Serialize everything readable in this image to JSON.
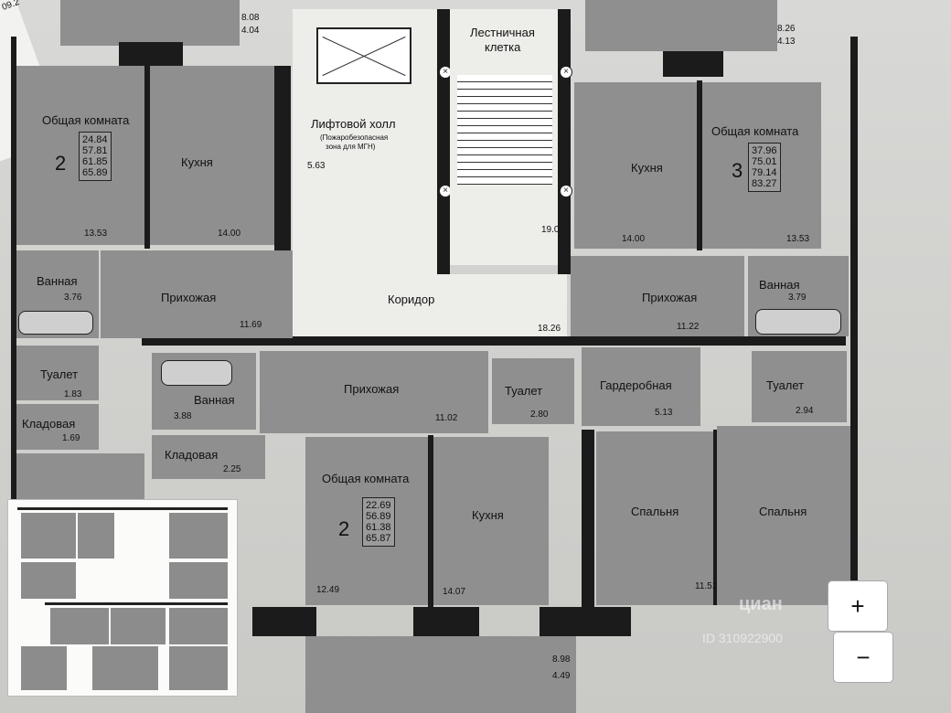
{
  "corner_text": "09.2",
  "rooms": {
    "top_left_balcony": {
      "a": "8.08",
      "b": "4.04"
    },
    "top_right_balcony": {
      "a": "8.26",
      "b": "4.13"
    },
    "bottom_balcony": {
      "a": "8.98",
      "b": "4.49"
    },
    "stairwell": {
      "label_1": "Лестничная",
      "label_2": "клетка",
      "area": "19.01"
    },
    "lift_hall": {
      "label": "Лифтовой холл",
      "note_1": "(Пожаробезопасная",
      "note_2": "зона для МГН)",
      "area": "5.63"
    },
    "corridor": {
      "label": "Коридор",
      "area": "18.26"
    },
    "apt2_left": {
      "living": {
        "label": "Общая комната",
        "area": "13.53"
      },
      "rooms": "2",
      "areas": [
        "24.84",
        "57.81",
        "61.85",
        "65.89"
      ],
      "kitchen": {
        "label": "Кухня",
        "area": "14.00"
      },
      "bath": {
        "label": "Ванная",
        "area": "3.76"
      },
      "hall": {
        "label": "Прихожая",
        "area": "11.69"
      },
      "toilet": {
        "label": "Туалет",
        "area": "1.83"
      },
      "storage": {
        "label": "Кладовая",
        "area": "1.69"
      }
    },
    "apt3_right": {
      "living": {
        "label": "Общая комната",
        "area": "13.53"
      },
      "rooms": "3",
      "areas": [
        "37.96",
        "75.01",
        "79.14",
        "83.27"
      ],
      "kitchen": {
        "label": "Кухня",
        "area": "14.00"
      },
      "bath": {
        "label": "Ванная",
        "area": "3.79"
      },
      "hall": {
        "label": "Прихожая",
        "area": "11.22"
      },
      "toilet": {
        "label": "Туалет",
        "area": "2.94"
      },
      "wardrobe": {
        "label": "Гардеробная",
        "area": "5.13"
      },
      "bedroom1": {
        "label": "Спальня"
      },
      "bedroom2": {
        "label": "Спальня",
        "area": "11.51"
      }
    },
    "apt2_middle": {
      "living": {
        "label": "Общая комната",
        "area": "12.49"
      },
      "rooms": "2",
      "areas": [
        "22.69",
        "56.89",
        "61.38",
        "65.87"
      ],
      "kitchen": {
        "label": "Кухня",
        "area": "14.07"
      },
      "bath": {
        "label": "Ванная",
        "area": "3.88"
      },
      "hall": {
        "label": "Прихожая",
        "area": "11.02"
      },
      "toilet": {
        "label": "Туалет",
        "area": "2.80"
      },
      "storage": {
        "label": "Кладовая",
        "area": "2.25"
      }
    }
  },
  "watermark": {
    "brand": "циан",
    "id": "ID 310922900"
  },
  "zoom": {
    "in_label": "+",
    "out_label": "−"
  }
}
